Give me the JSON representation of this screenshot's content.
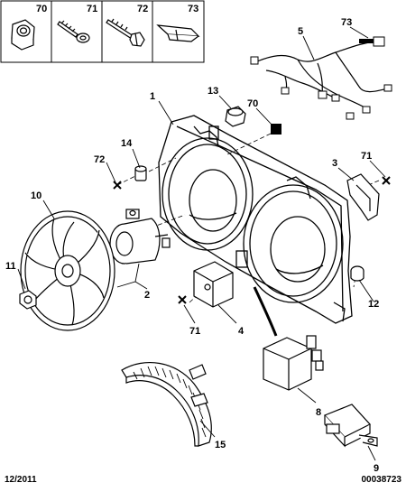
{
  "legend": [
    {
      "ref": "70",
      "icon": "nut-icon"
    },
    {
      "ref": "71",
      "icon": "screw-icon"
    },
    {
      "ref": "72",
      "icon": "bolt-icon"
    },
    {
      "ref": "73",
      "icon": "clip-icon"
    }
  ],
  "callouts": {
    "c1": "1",
    "c2": "2",
    "c3": "3",
    "c4": "4",
    "c5": "5",
    "c8": "8",
    "c9": "9",
    "c10": "10",
    "c11": "11",
    "c12": "12",
    "c13": "13",
    "c14": "14",
    "c15": "15",
    "c70": "70",
    "c71a": "71",
    "c71b": "71",
    "c72": "72",
    "c73": "73"
  },
  "footer": {
    "date": "12/2011",
    "ref": "00038723"
  }
}
